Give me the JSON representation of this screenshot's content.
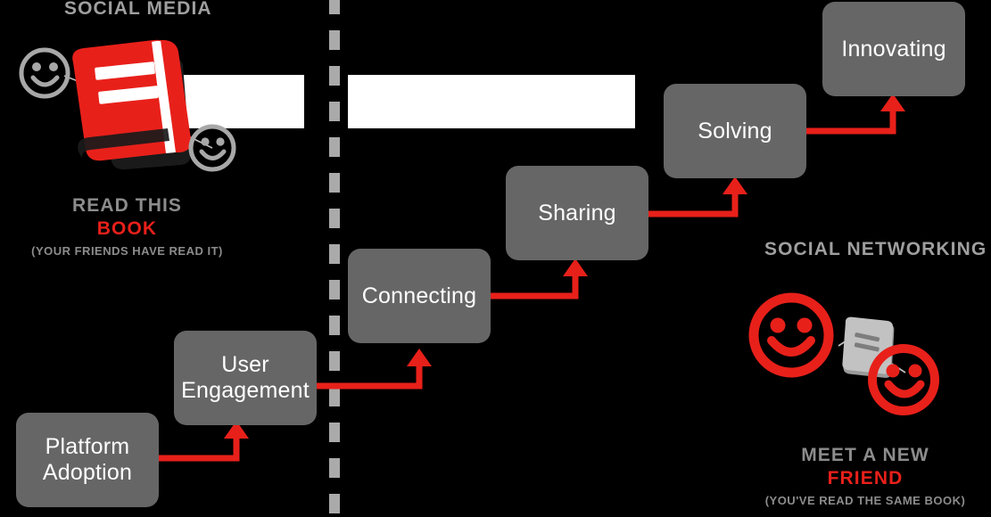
{
  "diagram": {
    "title": "Social Media to Social Networking Progression Staircase",
    "background_color": "#000000",
    "accent_red": "#e8201a",
    "box_gray": "#666666",
    "label_gray": "#9f9f9f",
    "box_text_color": "#ffffff"
  },
  "headings": {
    "left": "SOCIAL MEDIA",
    "right": "SOCIAL NETWORKING"
  },
  "steps": [
    {
      "label": "Platform\nAdoption",
      "order": 1
    },
    {
      "label": "User\nEngagement",
      "order": 2
    },
    {
      "label": "Connecting",
      "order": 3
    },
    {
      "label": "Sharing",
      "order": 4
    },
    {
      "label": "Solving",
      "order": 5
    },
    {
      "label": "Innovating",
      "order": 6
    }
  ],
  "captions": {
    "left": {
      "line1": "READ THIS",
      "line2": "BOOK",
      "line3": "(YOUR FRIENDS HAVE READ IT)"
    },
    "right": {
      "line1": "MEET A NEW",
      "line2": "FRIEND",
      "line3": "(YOU'VE READ THE SAME BOOK)"
    }
  },
  "icons": {
    "left_book": "red-book-icon",
    "left_smiley_top": "gray-smiley-face-icon",
    "left_smiley_bottom": "gray-smiley-face-icon",
    "right_smiley_left": "red-smiley-face-icon",
    "right_smiley_right": "red-smiley-face-icon",
    "right_book": "gray-book-icon",
    "divider": "vertical-dashed-divider"
  },
  "arrows": {
    "count": 5,
    "color": "#e8201a",
    "description": "elbow arrows pointing up-right from each step to the next"
  }
}
